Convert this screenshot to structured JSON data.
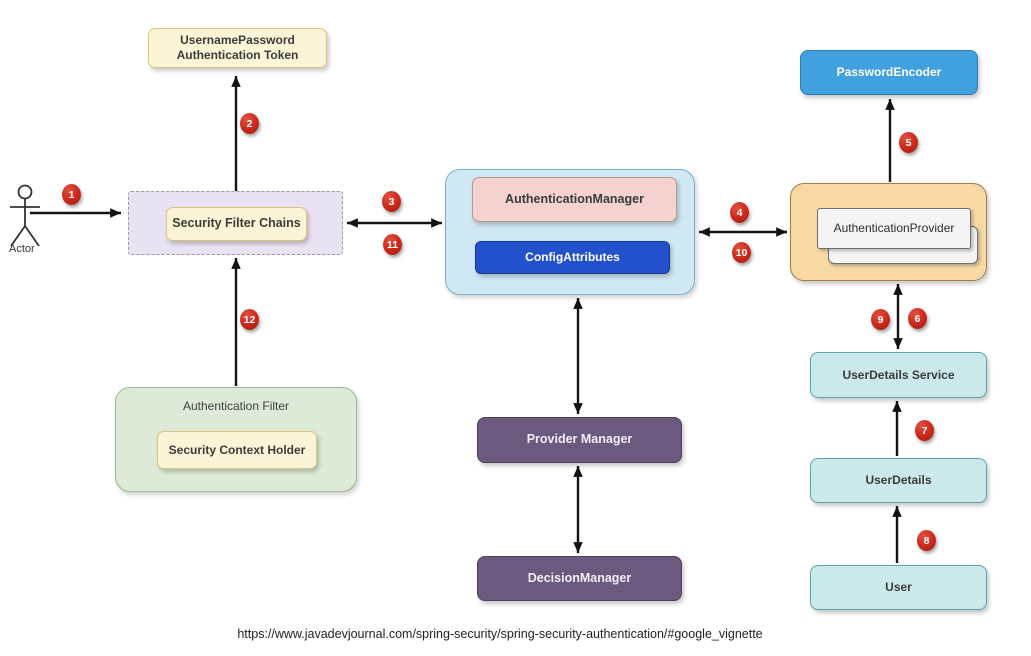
{
  "nodes": {
    "username_password_token": "UsernamePassword Authentication Token",
    "security_filter_chains": "Security Filter Chains",
    "authentication_manager": "AuthenticationManager",
    "config_attributes": "ConfigAttributes",
    "password_encoder": "PasswordEncoder",
    "authentication_provider": "AuthenticationProvider",
    "user_details_service": "UserDetails Service",
    "user_details": "UserDetails",
    "user": "User",
    "provider_manager": "Provider Manager",
    "decision_manager": "DecisionManager",
    "authentication_filter": "Authentication Filter",
    "security_context_holder": "Security Context Holder"
  },
  "actor": {
    "label": "Actor"
  },
  "badges": [
    {
      "label": "1"
    },
    {
      "label": "2"
    },
    {
      "label": "3"
    },
    {
      "label": "4"
    },
    {
      "label": "5"
    },
    {
      "label": "6"
    },
    {
      "label": "7"
    },
    {
      "label": "8"
    },
    {
      "label": "9"
    },
    {
      "label": "10"
    },
    {
      "label": "11"
    },
    {
      "label": "12"
    }
  ],
  "footer": {
    "source_url": "https://www.javadevjournal.com/spring-security/spring-security-authentication/#google_vignette"
  },
  "palette": {
    "badge_red": "#c32318",
    "cream": "#fcf4d7",
    "lavender_group": "#e9e2f2",
    "manager_group_blue": "#cfe8f3",
    "manager_pink": "#f3d2cf",
    "config_blue": "#2351cc",
    "password_blue": "#41a0de",
    "provider_orange": "#f7d9a4",
    "details_teal": "#cbe9eb",
    "manager_purple": "#6c5a7e",
    "filter_green": "#dcead7"
  }
}
